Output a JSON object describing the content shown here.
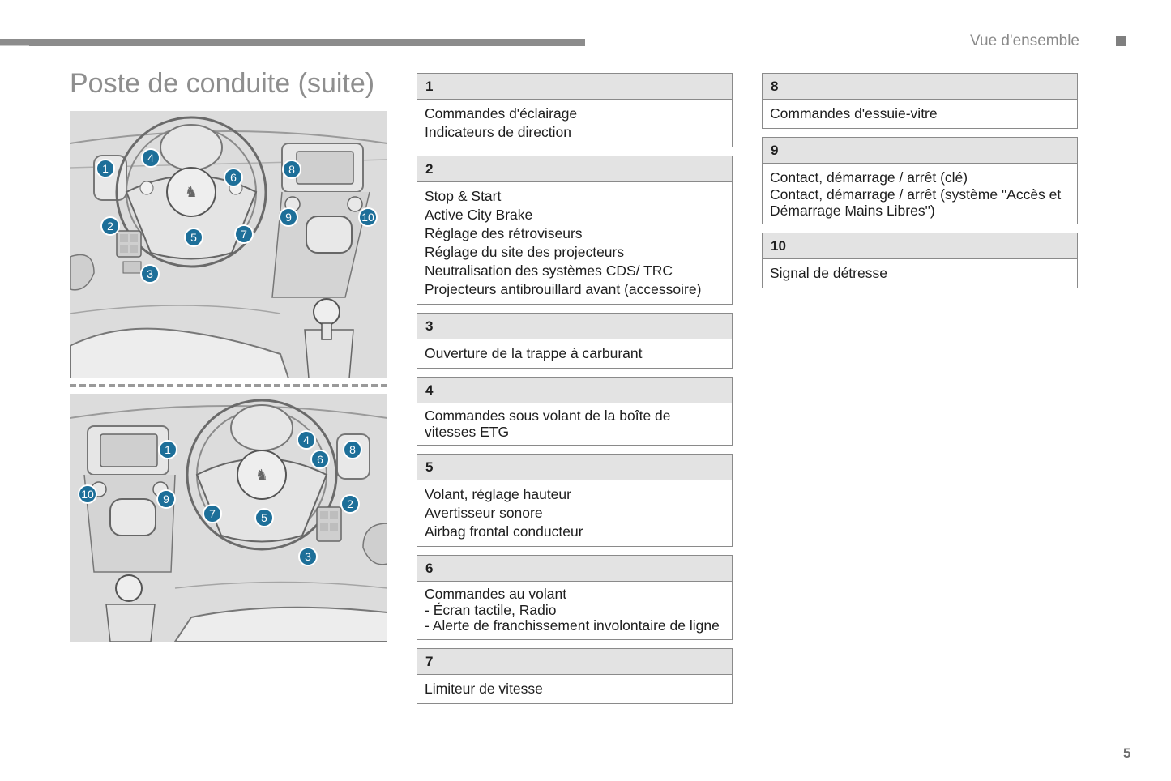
{
  "header": {
    "section_label": "Vue d'ensemble"
  },
  "title": "Poste de conduite (suite)",
  "figure": {
    "top_callouts": [
      "1",
      "2",
      "3",
      "4",
      "5",
      "6",
      "7",
      "8",
      "9",
      "10"
    ],
    "bottom_callouts": [
      "1",
      "2",
      "3",
      "4",
      "5",
      "6",
      "7",
      "8",
      "9",
      "10"
    ]
  },
  "items": [
    {
      "number": "1",
      "lines": [
        "Commandes d'éclairage",
        "Indicateurs de direction"
      ]
    },
    {
      "number": "2",
      "lines": [
        "Stop & Start",
        "Active City Brake",
        "Réglage des rétroviseurs",
        "Réglage du site des projecteurs",
        "Neutralisation des systèmes CDS/ TRC",
        "Projecteurs antibrouillard avant (accessoire)"
      ]
    },
    {
      "number": "3",
      "lines": [
        "Ouverture de la trappe à carburant"
      ]
    },
    {
      "number": "4",
      "lines": [
        "Commandes sous volant de la boîte de vitesses ETG"
      ]
    },
    {
      "number": "5",
      "lines": [
        "Volant, réglage hauteur",
        "Avertisseur sonore",
        "Airbag frontal conducteur"
      ]
    },
    {
      "number": "6",
      "lines": [
        "Commandes au volant"
      ],
      "bullets": [
        "Écran tactile, Radio",
        "Alerte de franchissement involontaire de ligne"
      ]
    },
    {
      "number": "7",
      "lines": [
        "Limiteur de vitesse"
      ]
    },
    {
      "number": "8",
      "lines": [
        "Commandes d'essuie-vitre"
      ]
    },
    {
      "number": "9",
      "lines": [
        "Contact, démarrage / arrêt (clé)",
        "Contact, démarrage / arrêt (système \"Accès et Démarrage Mains Libres\")"
      ]
    },
    {
      "number": "10",
      "lines": [
        "Signal de détresse"
      ]
    }
  ],
  "page_number": "5",
  "colors": {
    "callout": "#1d6f99",
    "header_band": "#e3e3e3",
    "rule": "#8c8c8c"
  }
}
